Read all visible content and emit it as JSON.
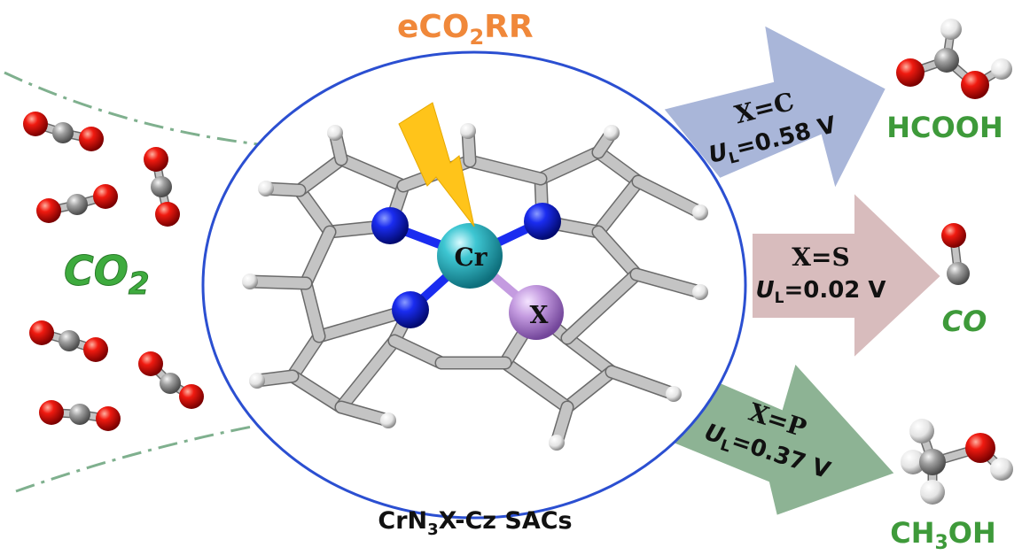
{
  "title": {
    "main": "eCO",
    "sub": "2",
    "tail": "RR"
  },
  "left_label": {
    "main": "CO",
    "sub": "2"
  },
  "catalyst": {
    "metal": "Cr",
    "dopant": "X",
    "caption": {
      "a": "CrN",
      "sub": "3",
      "b": "X-Cz SACs"
    }
  },
  "pathways": [
    {
      "condition": "X=C",
      "ul_prefix": "U",
      "ul_sub": "L",
      "ul_value": "=0.58 V",
      "product": {
        "a": "HCOOH",
        "sub": "",
        "b": ""
      },
      "arrow_color": "#a9b6d9"
    },
    {
      "condition": "X=S",
      "ul_prefix": "U",
      "ul_sub": "L",
      "ul_value": "=0.02 V",
      "product": {
        "a": "CO",
        "sub": "",
        "b": ""
      },
      "arrow_color": "#d8bcbd"
    },
    {
      "condition": "X=P",
      "ul_prefix": "U",
      "ul_sub": "L",
      "ul_value": "=0.37 V",
      "product": {
        "a": "CH",
        "sub": "3",
        "b": "OH"
      },
      "arrow_color": "#8db394"
    }
  ],
  "colors": {
    "title": "#f0883a",
    "product_text": "#3e9a3a",
    "co2_label": "#3eab3e",
    "ring": "#2b4fd1",
    "dashdot": "#7fb08e",
    "lightning": "#ffc41a",
    "oxygen": "#e01010",
    "carbon": "#9a9a9a",
    "hydrogen": "#eeeeee",
    "nitrogen": "#1428e0",
    "chromium": "#3fc0cc",
    "dopant": "#c69be2"
  }
}
